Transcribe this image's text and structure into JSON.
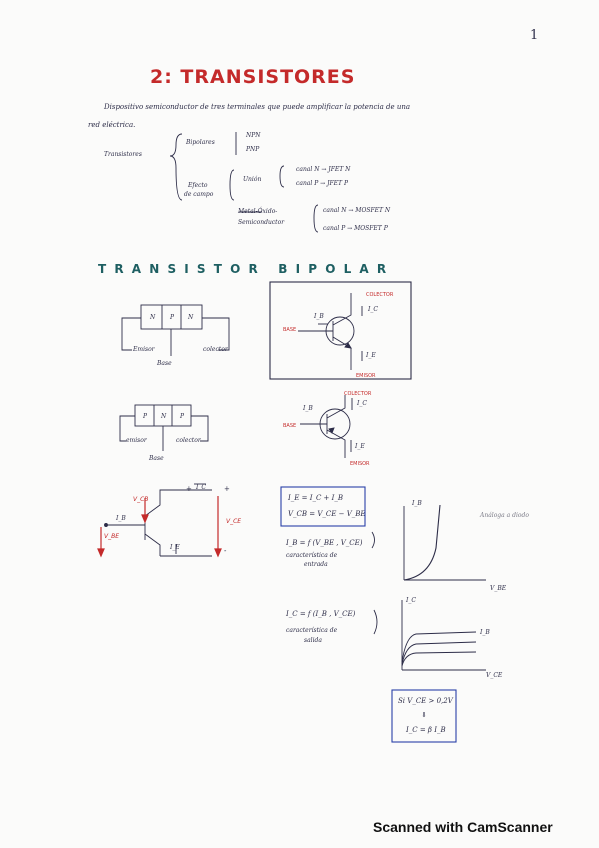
{
  "page": {
    "number": "1",
    "title": "2: TRANSISTORES",
    "intro_line1": "Dispositivo semiconductor de tres terminales que puede amplificar la potencia de una",
    "intro_line2": "red eléctrica.",
    "footer": "Scanned with CamScanner"
  },
  "classification": {
    "root": "Transistores",
    "bipolares": "Bipolares",
    "npn": "NPN",
    "pnp": "PNP",
    "efecto_line1": "Efecto",
    "efecto_line2": "de campo",
    "union": "Unión",
    "canal_n_jfet": "canal N → JFET N",
    "canal_p_jfet": "canal P → JFET P",
    "metal_line1": "Metal-Óxido-",
    "metal_line2": "Semiconductor",
    "canal_n_mos": "canal N → MOSFET N",
    "canal_p_mos": "canal P → MOSFET P"
  },
  "section": {
    "title": "T R A N S I S T O R   B I P O L A R"
  },
  "npn_block": {
    "n1": "N",
    "p": "P",
    "n2": "N",
    "emisor": "Emisor",
    "colector": "colector",
    "base": "Base"
  },
  "pnp_block": {
    "p1": "P",
    "n": "N",
    "p2": "P",
    "emisor": "emisor",
    "colector": "colector",
    "base": "Base"
  },
  "symbols": {
    "colector": "COLECTOR",
    "base": "BASE",
    "emisor": "EMISOR",
    "ib": "I_B",
    "ic": "I_C",
    "ie": "I_E"
  },
  "circuit": {
    "vcb": "V_CB",
    "vbe": "V_BE",
    "vce": "V_CE",
    "ib": "I_B",
    "ic": "I_C",
    "ie": "I_E",
    "plus": "+",
    "minus": "-"
  },
  "equations": {
    "kcl": "I_E = I_C + I_B",
    "kvl": "V_CB = V_CE − V_BE",
    "entrada_eq": "I_B = f (V_BE , V_CE)",
    "entrada_l1": "característica de",
    "entrada_l2": "entrada",
    "salida_eq": "I_C = f (I_B , V_CE)",
    "salida_l1": "característica de",
    "salida_l2": "salida",
    "cond_line": "Si  V_CE > 0,2V",
    "cond_arrow": "⇓",
    "cond_result": "I_C = β I_B"
  },
  "graphs": {
    "g1_y": "I_B",
    "g1_x": "V_BE",
    "g1_note": "Análoga a diodo",
    "g2_y": "I_C",
    "g2_x": "V_CE",
    "g2_curve": "I_B"
  }
}
